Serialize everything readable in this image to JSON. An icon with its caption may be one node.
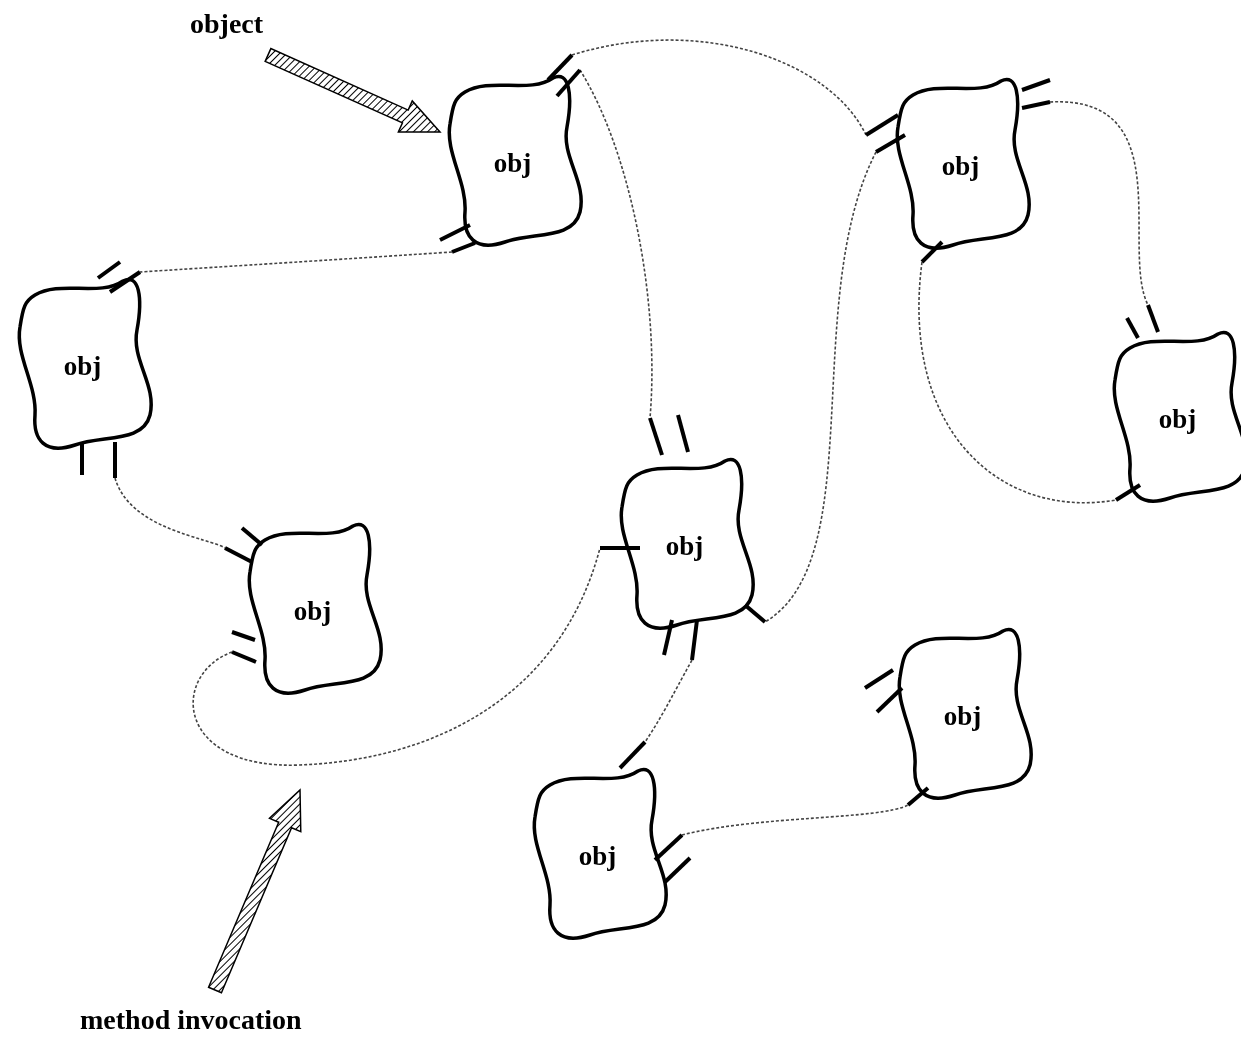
{
  "diagram": {
    "nodes": [
      {
        "text": [
          "obj"
        ]
      },
      {
        "text": [
          "obj"
        ]
      },
      {
        "text": [
          "obj"
        ]
      },
      {
        "text": [
          "obj"
        ]
      },
      {
        "text": [
          "obj"
        ]
      },
      {
        "text": [
          "obj"
        ]
      },
      {
        "text": [
          "obj"
        ]
      },
      {
        "text": [
          "obj"
        ]
      },
      {
        "text": [
          "object"
        ]
      },
      {
        "text": [
          "method invocation"
        ]
      }
    ],
    "edges": [
      {
        "from": 0,
        "to": 1,
        "arrow": "none",
        "style": "dashed"
      },
      {
        "from": 0,
        "to": 2,
        "arrow": "none",
        "style": "dashed"
      },
      {
        "from": 0,
        "to": 4,
        "arrow": "none",
        "style": "dashed"
      },
      {
        "from": 1,
        "to": 3,
        "arrow": "none",
        "style": "dashed"
      },
      {
        "from": 1,
        "to": 3,
        "arrow": "none",
        "style": "dashed"
      },
      {
        "from": 1,
        "to": 4,
        "arrow": "none",
        "style": "dashed"
      },
      {
        "from": 2,
        "to": 5,
        "arrow": "none",
        "style": "dashed"
      },
      {
        "from": 5,
        "to": 4,
        "arrow": "none",
        "style": "dashed"
      },
      {
        "from": 4,
        "to": 7,
        "arrow": "none",
        "style": "dashed"
      },
      {
        "from": 7,
        "to": 6,
        "arrow": "none",
        "style": "dashed"
      },
      {
        "from": 8,
        "to": 0,
        "arrow": "to",
        "style": "thick"
      },
      {
        "from": 9,
        "to": null,
        "arrow": "to",
        "style": "thick"
      }
    ]
  }
}
